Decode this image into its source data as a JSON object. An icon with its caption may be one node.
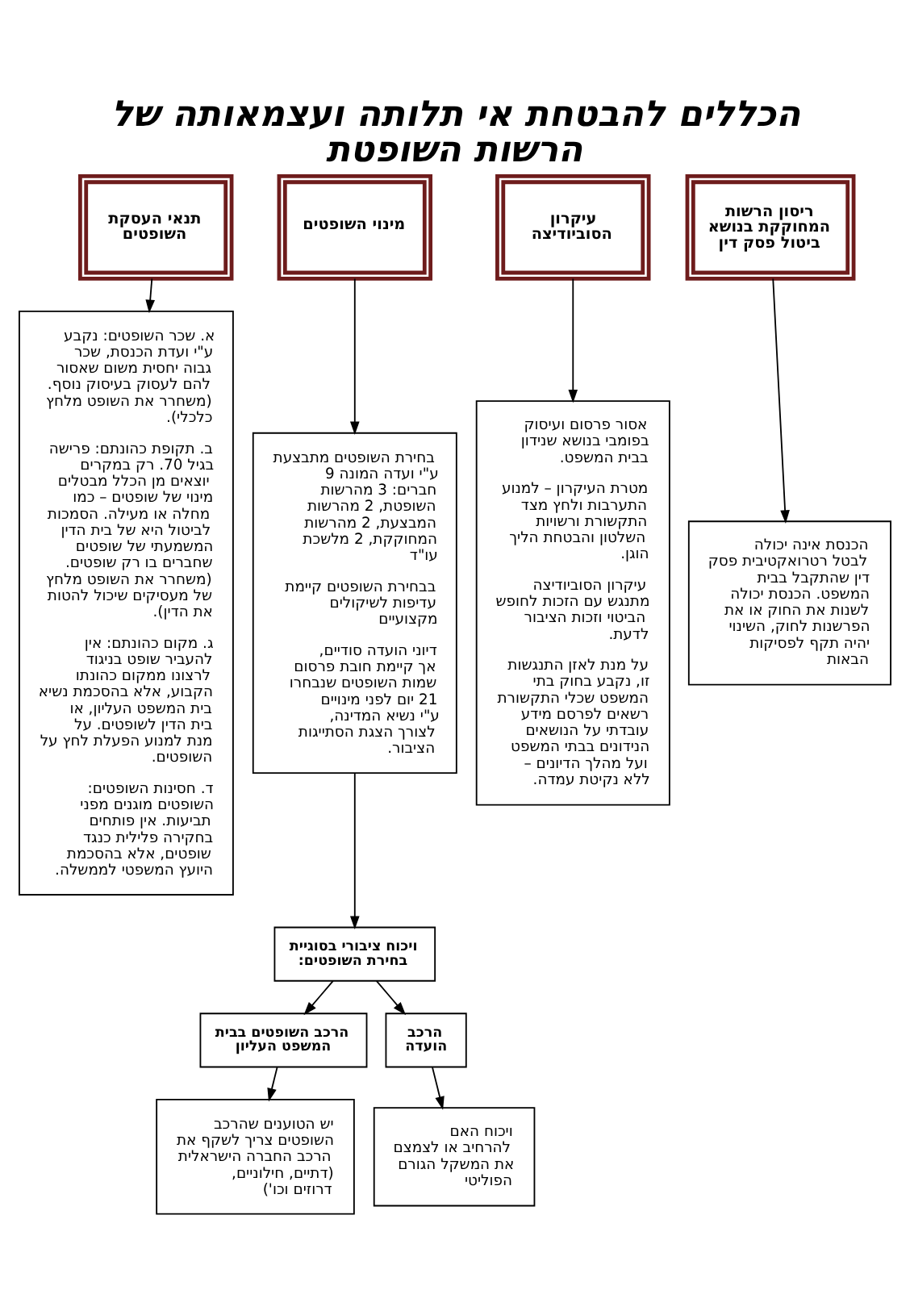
{
  "diagram": {
    "title": "הכללים להבטחת אי תלותה ועצמאותה של הרשות השופטת",
    "nodes": [
      {
        "text": [
          "ריסון הרשות המחוקקת בנושא ביטול פסק דין"
        ]
      },
      {
        "text": [
          "עיקרון הסוביודיצה"
        ]
      },
      {
        "text": [
          "מינוי השופטים"
        ]
      },
      {
        "text": [
          "תנאי העסקת השופטים"
        ]
      },
      {
        "text": [
          "הכנסת אינה יכולה לבטל רטרואקטיבית פסק דין שהתקבל בבית המשפט. הכנסת יכולה לשנות את החוק או את הפרשנות לחוק, השינוי יהיה תקף לפסיקות הבאות"
        ]
      },
      {
        "text": [
          "אסור פרסום ועיסוק בפומבי בנושא שנידון בבית המשפט.",
          "מטרת העיקרון – למנוע התערבות ולחץ מצד התקשורת ורשויות השלטון והבטחת הליך הוגן.",
          "עיקרון הסוביודיצה מתנגש עם הזכות לחופש הביטוי וזכות הציבור לדעת.",
          "על מנת לאזן התנגשות זו, נקבע בחוק בתי המשפט שכלי התקשורת רשאים לפרסם מידע עובדתי על הנושאים הנידונים בבתי המשפט ועל מהלך הדיונים – ללא נקיטת עמדה."
        ]
      },
      {
        "text": [
          "בחירת השופטים מתבצעת ע\"י ועדה המונה 9 חברים: 3 מהרשות השופטת, 2 מהרשות המבצעת, 2 מהרשות המחוקקת, 2 מלשכת עו\"ד",
          "בבחירת השופטים קיימת עדיפות לשיקולים מקצועיים",
          "דיוני הועדה סודיים, אך קיימת חובת פרסום שמות השופטים שנבחרו 21 יום לפני מינויים ע\"י נשיא המדינה, לצורך הצגת הסתייגות הציבור."
        ]
      },
      {
        "text": [
          "א. שכר השופטים: נקבע ע\"י ועדת הכנסת, שכר גבוה יחסית משום שאסור להם לעסוק בעיסוק נוסף. (משחרר את השופט מלחץ כלכלי).",
          "ב. תקופת כהונתם: פרישה בגיל 70. רק במקרים יוצאים מן הכלל מבטלים מינוי של שופטים – כמו מחלה או מעילה. הסמכות לביטול היא של בית הדין המשמעתי של שופטים שחברים בו רק שופטים. (משחרר את השופט מלחץ של מעסיקים שיכול להטות את הדין).",
          "ג. מקום כהונתם: אין להעביר שופט בניגוד לרצונו ממקום כהונתו הקבוע, אלא בהסכמת נשיא בית המשפט העליון, או בית הדין לשופטים. על מנת למנוע הפעלת לחץ על השופטים.",
          "ד. חסינות השופטים: השופטים מוגנים מפני תביעות. אין פותחים בחקירה פלילית כנגד שופטים, אלא בהסכמת היועץ המשפטי לממשלה."
        ]
      },
      {
        "text": [
          "ויכוח ציבורי בסוגיית בחירת השופטים:"
        ]
      },
      {
        "text": [
          "הרכב הועדה"
        ]
      },
      {
        "text": [
          "הרכב השופטים בבית המשפט העליון"
        ]
      },
      {
        "text": [
          "ויכוח האם להרחיב או לצמצם את המשקל הגורם הפוליטי"
        ]
      },
      {
        "text": [
          "יש הטוענים שהרכב השופטים צריך לשקף את הרכב החברה הישראלית (דתיים, חילוניים, דרוזים וכו')"
        ]
      }
    ],
    "edges": [
      {
        "from": 0,
        "to": 4,
        "arrow": "to"
      },
      {
        "from": 1,
        "to": 5,
        "arrow": "to"
      },
      {
        "from": 2,
        "to": 6,
        "arrow": "to"
      },
      {
        "from": 3,
        "to": 7,
        "arrow": "to"
      },
      {
        "from": 6,
        "to": 8,
        "arrow": "to"
      },
      {
        "from": 8,
        "to": 9,
        "arrow": "to"
      },
      {
        "from": 8,
        "to": 10,
        "arrow": "to"
      },
      {
        "from": 9,
        "to": 11,
        "arrow": "to"
      },
      {
        "from": 10,
        "to": 12,
        "arrow": "to"
      }
    ]
  }
}
